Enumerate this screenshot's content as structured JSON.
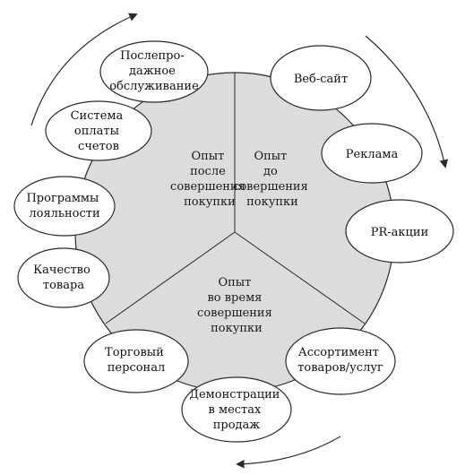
{
  "segments": {
    "after": [
      "Опыт",
      "после",
      "совершения",
      "покупки"
    ],
    "before": [
      "Опыт",
      "до",
      "совершения",
      "покупки"
    ],
    "during": [
      "Опыт",
      "во время",
      "совершения",
      "покупки"
    ]
  },
  "touchpoints": [
    {
      "id": "aftersale",
      "lines": [
        "Послепро-",
        "дажное",
        "обслуживание"
      ]
    },
    {
      "id": "billing",
      "lines": [
        "Система",
        "оплаты",
        "счетов"
      ]
    },
    {
      "id": "loyalty",
      "lines": [
        "Программы",
        "лояльности"
      ]
    },
    {
      "id": "quality",
      "lines": [
        "Качество",
        "товара"
      ]
    },
    {
      "id": "website",
      "lines": [
        "Веб-сайт"
      ]
    },
    {
      "id": "ads",
      "lines": [
        "Реклама"
      ]
    },
    {
      "id": "pr",
      "lines": [
        "PR-акции"
      ]
    },
    {
      "id": "staff",
      "lines": [
        "Торговый",
        "персонал"
      ]
    },
    {
      "id": "assortment",
      "lines": [
        "Ассортимент",
        "товаров/услуг"
      ]
    },
    {
      "id": "demo",
      "lines": [
        "Демонстрации",
        "в местах",
        "продаж"
      ]
    }
  ],
  "colors": {
    "circle_fill": "#dcdcdc",
    "stroke": "#2a2a2a",
    "node_fill": "#ffffff"
  }
}
